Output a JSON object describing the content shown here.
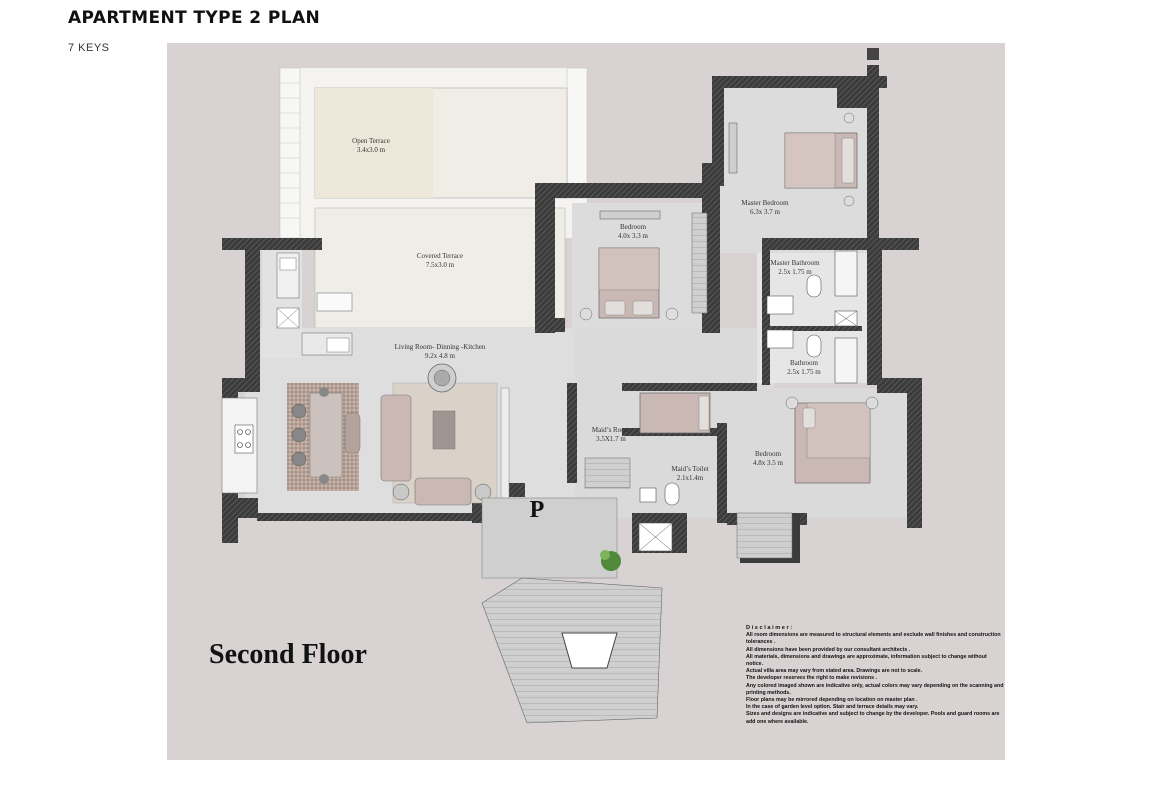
{
  "header": {
    "title": "APARTMENT TYPE 2 PLAN",
    "subtitle": "7 KEYS"
  },
  "plan": {
    "floor_label": "Second Floor",
    "entrance_marker": "P",
    "rooms": [
      {
        "name": "Open Terrace",
        "size": "3.4x3.0 m"
      },
      {
        "name": "Covered Terrace",
        "size": "7.5x3.0 m"
      },
      {
        "name": "Bedroom",
        "size": "4.0x 3.3 m"
      },
      {
        "name": "Master Bedroom",
        "size": "6.3x 3.7 m"
      },
      {
        "name": "Master Bathroom",
        "size": "2.5x 1.75 m"
      },
      {
        "name": "Bathroom",
        "size": "2.5x 1.75 m"
      },
      {
        "name": "Living Room- Dinning -Kitchen",
        "size": "9.2x 4.8 m"
      },
      {
        "name": "Maid’s Room",
        "size": "3.5X1.7 m"
      },
      {
        "name": "Maid’s Toilet",
        "size": "2.1x1.4m"
      },
      {
        "name": "Bedroom",
        "size": "4.8x 3.5 m"
      }
    ],
    "colors": {
      "background": "#d9d2d3",
      "floor": "#dcdcdc",
      "wall": "#3b3b3b",
      "terrace": "#eceae3",
      "bed": "#c9b8b3"
    }
  },
  "disclaimer": {
    "heading": "Disclaimer:",
    "lines": [
      "All room dimensions are measured to structural elements and exclude wall finishes and construction tolerances .",
      "All  dimensions have been provided by our consultant architects .",
      "All materials, dimensions and drawings are approximate, information subject to change without notice.",
      "Actual villa area may vary from stated area. Drawings are not to scale.",
      "The developer reserves the right to make revisions .",
      "Any colored imaged shown are indicative only, actual colors may vary depending on the scanning and printing methods.",
      "Floor plans may be mirrored depending on location on master plan .",
      "In the case of garden level option. Stair and terrace details may vary.",
      "Sizes and designs are indicative and subject to change by the developer. Pools and guard rooms are add one where available."
    ]
  }
}
